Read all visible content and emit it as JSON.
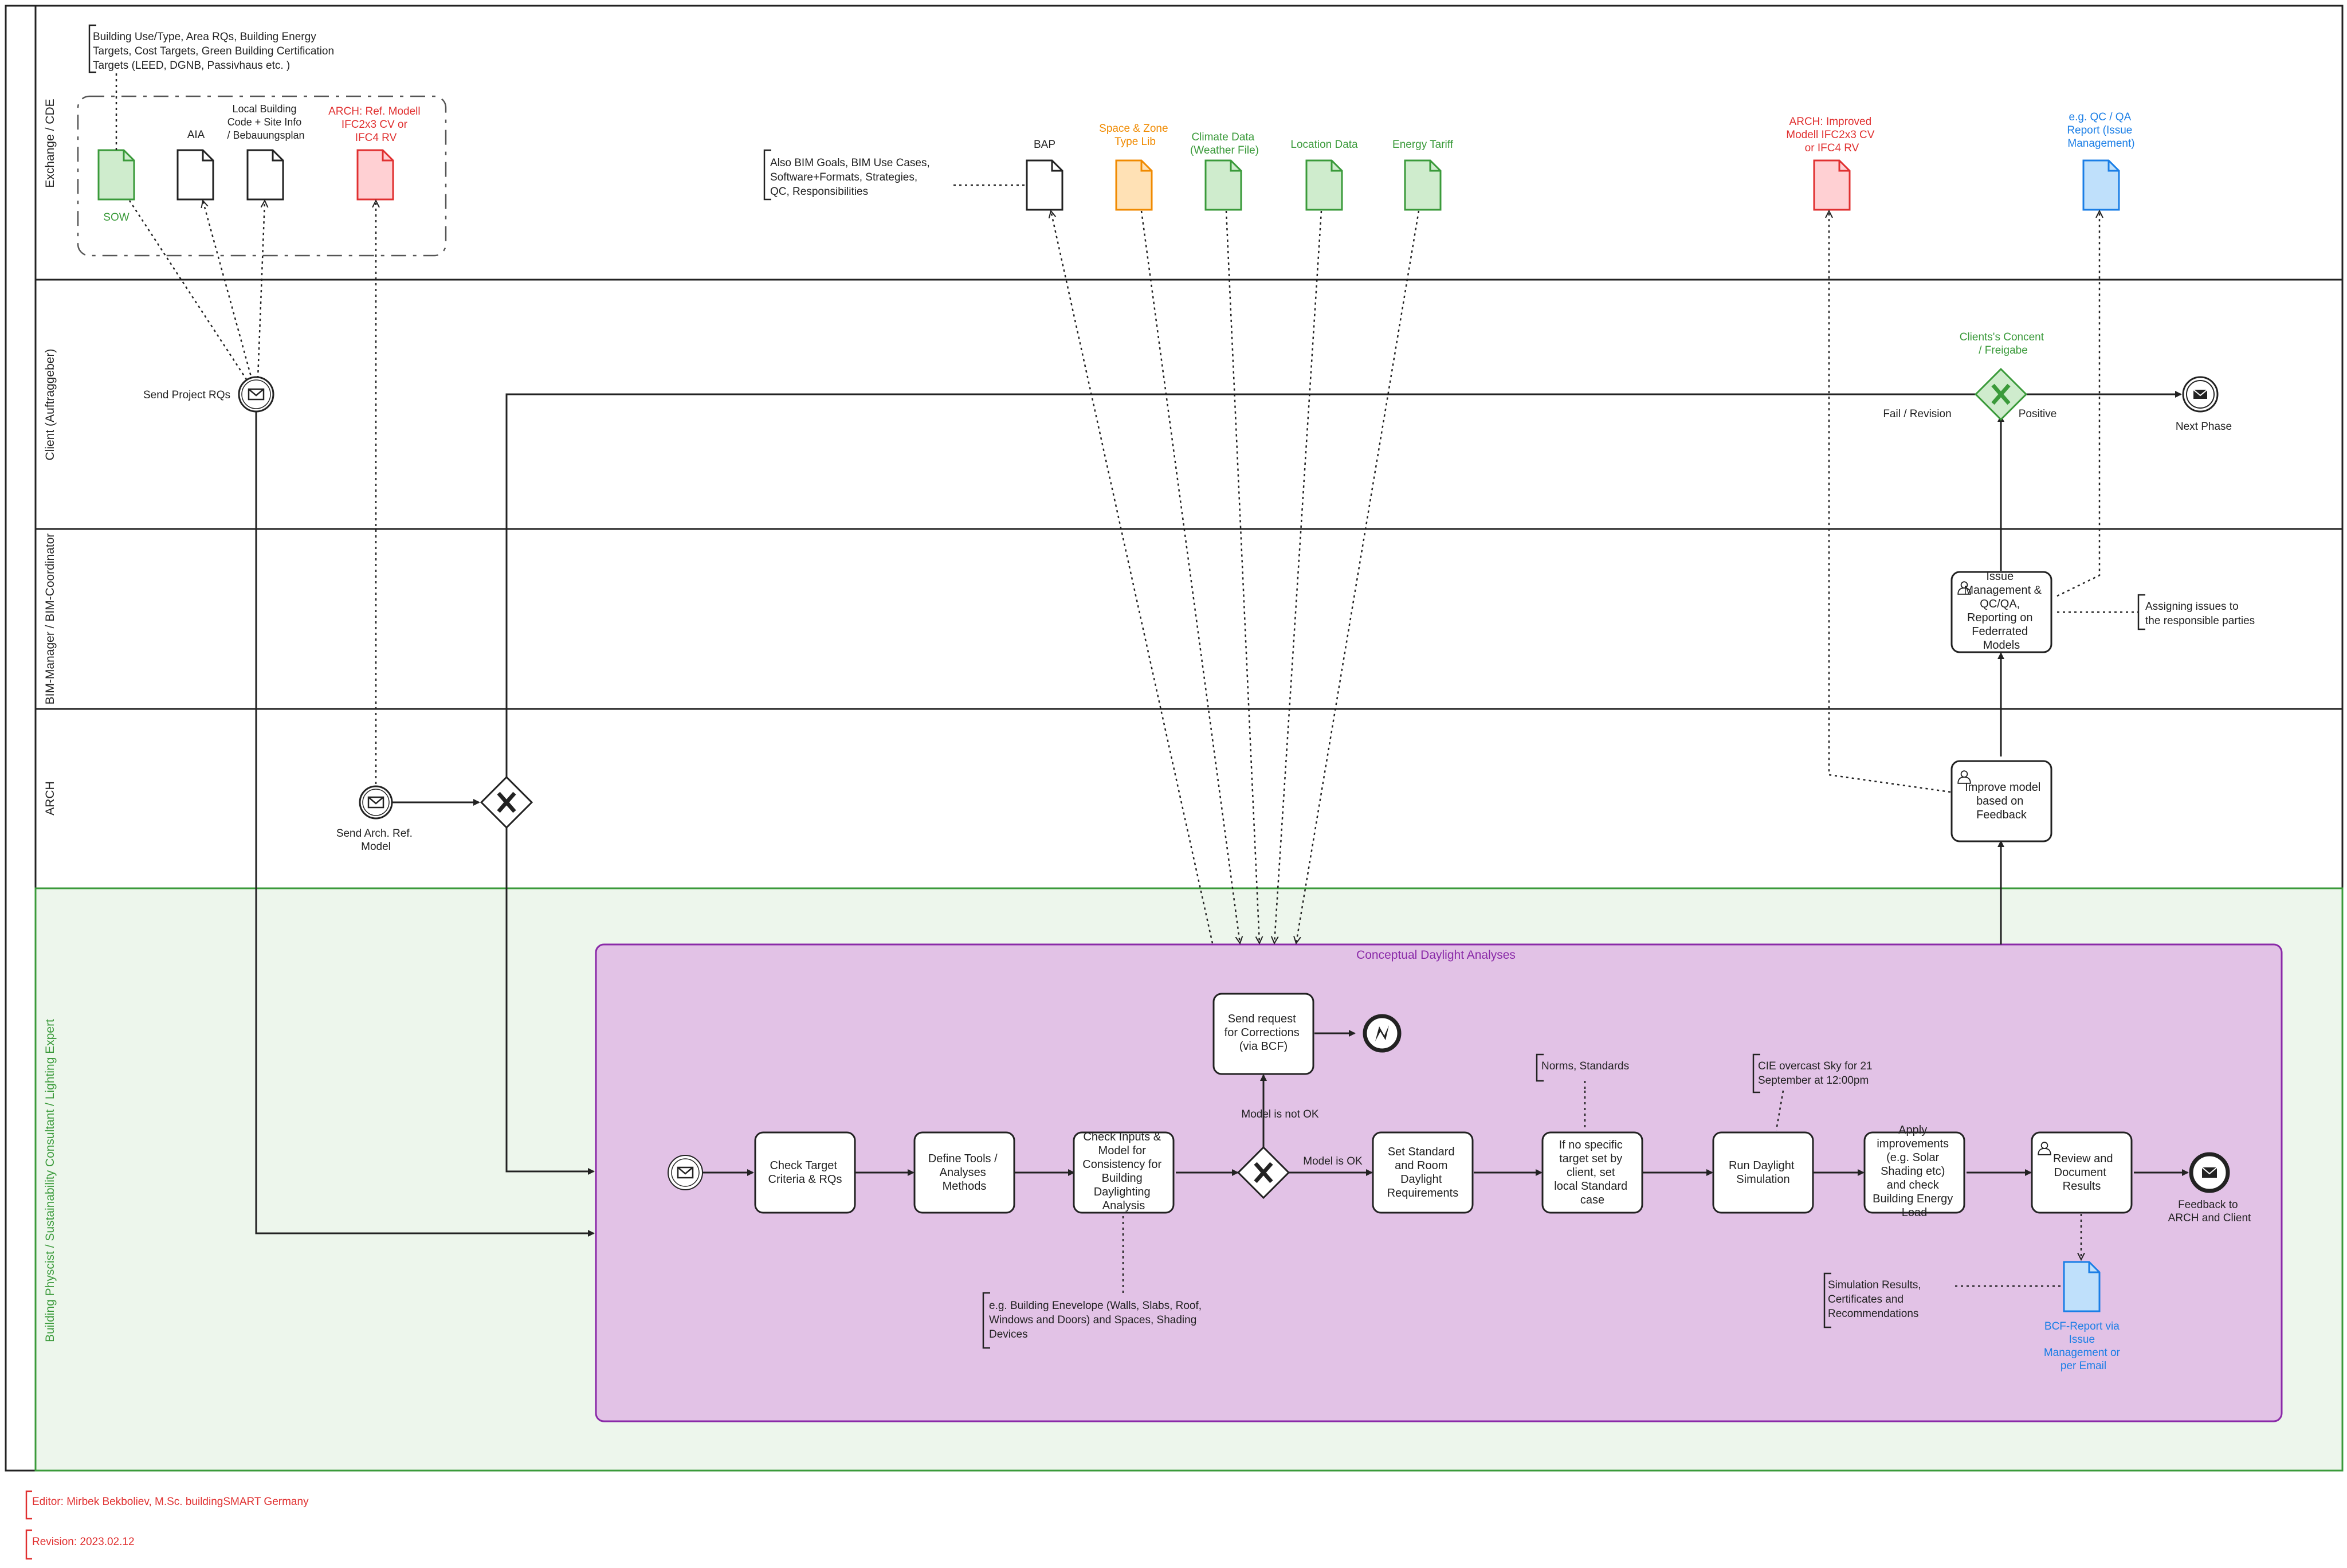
{
  "colors": {
    "black": "#222222",
    "green": "#3a9a3a",
    "green_fill": "#cfeccd",
    "red": "#e03030",
    "red_fill": "#ffd0d3",
    "orange": "#f08a00",
    "orange_fill": "#ffe1b5",
    "blue": "#1a7ee6",
    "blue_fill": "#bfe0fb",
    "purple": "#8a2aa8",
    "purple_fill": "#e2c2e6",
    "lane_green": "#edf6ec"
  },
  "lanes": {
    "exchange": "Exchange / CDE",
    "client": "Client (Auftraggeber)",
    "bim": "BIM-Manager / BIM-Coordinator",
    "arch": "ARCH",
    "physicist": "Building Physcist / Sustainability Consultant / Lighting Expert"
  },
  "docs": {
    "sow": "SOW",
    "aia": "AIA",
    "local_code": [
      "Local Building",
      "Code + Site Info",
      "/ Bebauungsplan"
    ],
    "arch_ref": [
      "ARCH: Ref. Modell",
      "IFC2x3 CV or",
      "IFC4 RV"
    ],
    "bap": "BAP",
    "space_zone": [
      "Space & Zone",
      "Type Lib"
    ],
    "climate": [
      "Climate Data",
      "(Weather File)"
    ],
    "location": "Location Data",
    "energy": "Energy Tariff",
    "arch_improved": [
      "ARCH: Improved",
      "Modell IFC2x3 CV",
      "or IFC4 RV"
    ],
    "qc_report": [
      "e.g. QC / QA",
      "Report (Issue",
      "Management)"
    ],
    "bcf_report": [
      "BCF-Report via",
      "Issue",
      "Management or",
      "per Email"
    ]
  },
  "annotations": {
    "requirements": [
      "Building Use/Type, Area RQs, Building Energy",
      "Targets, Cost Targets, Green Building Certification",
      "Targets (LEED, DGNB, Passivhaus etc. )"
    ],
    "bim_goals": [
      "Also BIM Goals, BIM Use Cases,",
      "Software+Formats, Strategies,",
      "QC, Responsibilities"
    ],
    "assigning": [
      "Assigning issues to",
      "the responsible parties"
    ],
    "norms": "Norms, Standards",
    "cie": [
      "CIE overcast Sky for 21",
      "September at 12:00pm"
    ],
    "envelope": [
      "e.g. Building Enevelope (Walls, Slabs, Roof,",
      "Windows and Doors) and Spaces, Shading",
      "Devices"
    ],
    "sim_results": [
      "Simulation Results,",
      "Certificates and",
      "Recommendations"
    ],
    "editor": "Editor: Mirbek Bekboliev, M.Sc. buildingSMART Germany",
    "revision": "Revision: 2023.02.12"
  },
  "events": {
    "send_project": "Send Project RQs",
    "send_arch": [
      "Send Arch. Ref.",
      "Model"
    ],
    "next_phase": "Next Phase",
    "feedback": [
      "Feedback to",
      "ARCH and Client"
    ]
  },
  "gateways": {
    "consent": [
      "Clients's Concent",
      "/ Freigabe"
    ],
    "fail": "Fail / Revision",
    "positive": "Positive",
    "model_not_ok": "Model is not OK",
    "model_ok": "Model is OK"
  },
  "subprocess": {
    "title": "Conceptual Daylight Analyses"
  },
  "tasks": {
    "check_target": [
      "Check Target",
      "Criteria & RQs"
    ],
    "define_tools": [
      "Define Tools /",
      "Analyses",
      "Methods"
    ],
    "check_inputs": [
      "Check Inputs &",
      "Model for",
      "Consistency for",
      "Building",
      "Daylighting",
      "Analysis"
    ],
    "send_request": [
      "Send request",
      "for Corrections",
      "(via BCF)"
    ],
    "set_standard": [
      "Set Standard",
      "and Room",
      "Daylight",
      "Requirements"
    ],
    "no_target": [
      "If no specific",
      "target set by",
      "client, set",
      "local Standard",
      "case"
    ],
    "run_sim": [
      "Run Daylight",
      "Simulation"
    ],
    "apply": [
      "Apply",
      "improvements",
      "(e.g. Solar",
      "Shading etc)",
      "and check",
      "Building Energy",
      "Load"
    ],
    "review": [
      "Review and",
      "Document",
      "Results"
    ],
    "improve": [
      "Improve model",
      "based on",
      "Feedback"
    ],
    "issue_mgmt": [
      "Issue",
      "Management &",
      "QC/QA,",
      "Reporting on",
      "Federrated",
      "Models"
    ]
  }
}
